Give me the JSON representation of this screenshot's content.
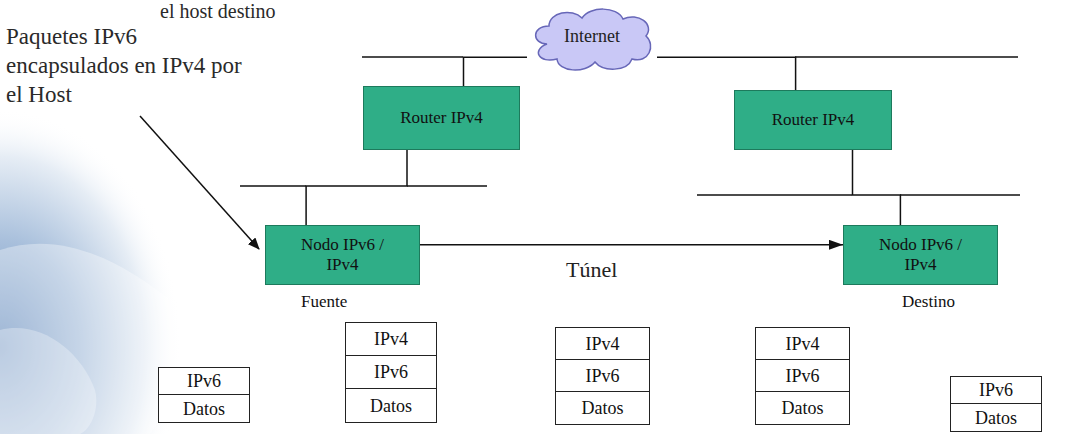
{
  "diagram": {
    "nodes": [
      {
        "text": [
          "Internet"
        ]
      },
      {
        "text": [
          "Router IPv4"
        ]
      },
      {
        "text": [
          "Router IPv4"
        ]
      },
      {
        "text": [
          "Nodo IPv6 / IPv4",
          "Fuente"
        ]
      },
      {
        "text": [
          "Nodo IPv6 / IPv4",
          "Destino"
        ]
      },
      {
        "text": [
          "IPv6",
          "Datos"
        ]
      },
      {
        "text": [
          "IPv4",
          "IPv6",
          "Datos"
        ]
      },
      {
        "text": [
          "IPv4",
          "IPv6",
          "Datos"
        ]
      },
      {
        "text": [
          "IPv4",
          "IPv6",
          "Datos"
        ]
      },
      {
        "text": [
          "IPv6",
          "Datos"
        ]
      }
    ],
    "edges": [
      {
        "from": 0,
        "to": 1,
        "arrow": "none"
      },
      {
        "from": 0,
        "to": 2,
        "arrow": "none"
      },
      {
        "from": 1,
        "to": 3,
        "arrow": "none"
      },
      {
        "from": 2,
        "to": 4,
        "arrow": "none"
      },
      {
        "from": 3,
        "to": 4,
        "label": "Túnel",
        "arrow": "to"
      }
    ],
    "labels": [
      "el host destino",
      "Paquetes IPv6 encapsulados en IPv4 por el Host"
    ]
  }
}
